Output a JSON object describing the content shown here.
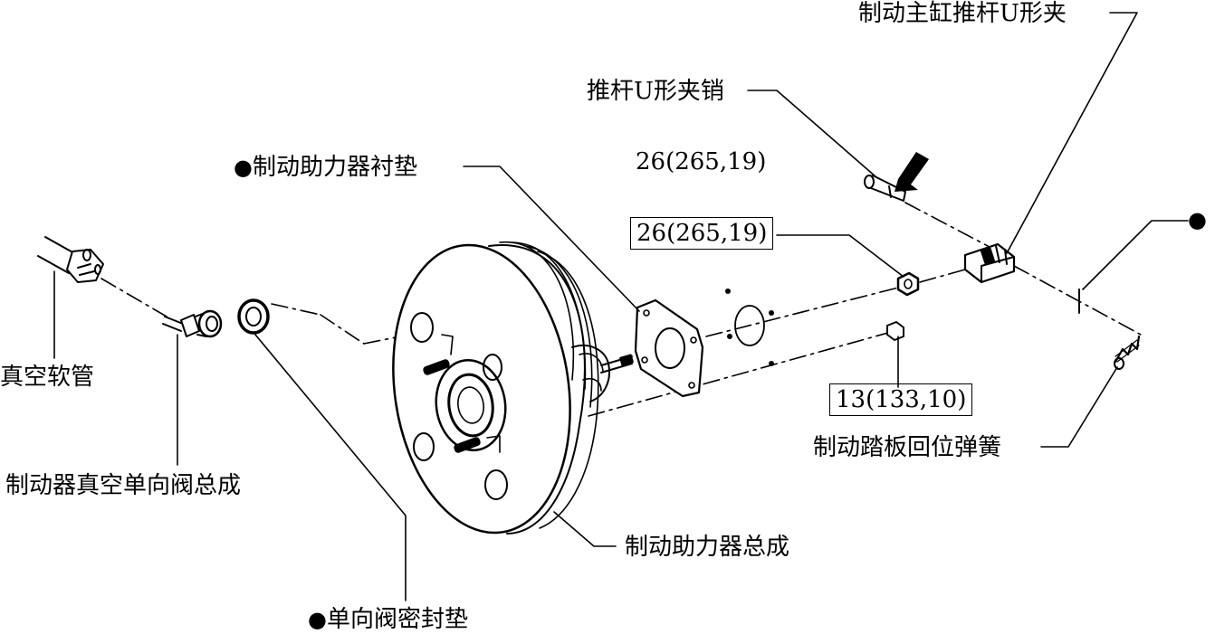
{
  "labels": {
    "pushrod_clevis": "制动主缸推杆U形夹",
    "clevis_pin": "推杆U形夹销",
    "torque_plain": "26(265,19)",
    "booster_gasket": "制动助力器衬垫",
    "torque_nut": "26(265,19)",
    "vacuum_hose": "真空软管",
    "check_valve": "制动器真空单向阀总成",
    "torque_small": "13(133,10)",
    "return_spring": "制动踏板回位弹簧",
    "booster_assembly": "制动助力器总成",
    "valve_seal": "单向阀密封垫"
  },
  "markers": {
    "replace_part": "●"
  },
  "colors": {
    "ink": "#000000",
    "paper": "#ffffff"
  }
}
